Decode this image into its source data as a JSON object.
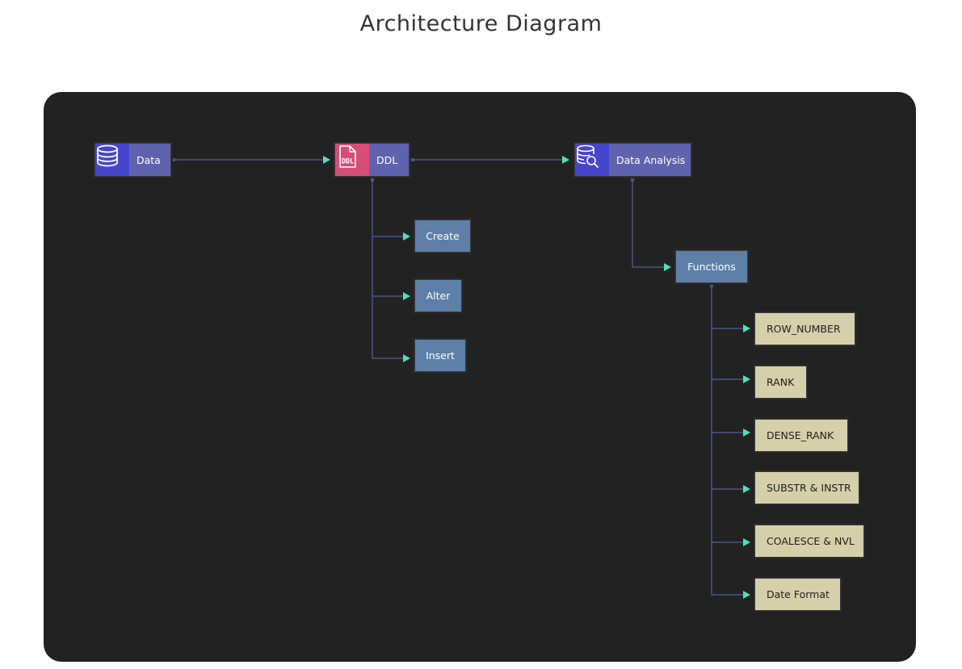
{
  "title": "Architecture Diagram",
  "colors": {
    "canvas_bg": "#222222",
    "connector": "#4a5585",
    "arrow": "#4fe0b8",
    "primary_node": "#5f63ae",
    "icon_blue": "#4646cc",
    "icon_red": "#d64d78",
    "sub_node": "#5d7fa8",
    "leaf_node": "#d5d0a9"
  },
  "nodes": {
    "data": {
      "label": "Data",
      "icon": "database-icon"
    },
    "ddl": {
      "label": "DDL",
      "icon": "ddl-file-icon",
      "icon_text": "DDL"
    },
    "data_analysis": {
      "label": "Data Analysis",
      "icon": "database-search-icon"
    },
    "create": {
      "label": "Create"
    },
    "alter": {
      "label": "Alter"
    },
    "insert": {
      "label": "Insert"
    },
    "functions": {
      "label": "Functions"
    },
    "row_number": {
      "label": "ROW_NUMBER"
    },
    "rank": {
      "label": "RANK"
    },
    "dense_rank": {
      "label": "DENSE_RANK"
    },
    "substr_instr": {
      "label": "SUBSTR & INSTR"
    },
    "coalesce_nvl": {
      "label": "COALESCE & NVL"
    },
    "date_format": {
      "label": "Date Format"
    }
  },
  "edges": [
    {
      "from": "data",
      "to": "ddl"
    },
    {
      "from": "ddl",
      "to": "data_analysis"
    },
    {
      "from": "ddl",
      "to": "create"
    },
    {
      "from": "ddl",
      "to": "alter"
    },
    {
      "from": "ddl",
      "to": "insert"
    },
    {
      "from": "data_analysis",
      "to": "functions"
    },
    {
      "from": "functions",
      "to": "row_number"
    },
    {
      "from": "functions",
      "to": "rank"
    },
    {
      "from": "functions",
      "to": "dense_rank"
    },
    {
      "from": "functions",
      "to": "substr_instr"
    },
    {
      "from": "functions",
      "to": "coalesce_nvl"
    },
    {
      "from": "functions",
      "to": "date_format"
    }
  ]
}
